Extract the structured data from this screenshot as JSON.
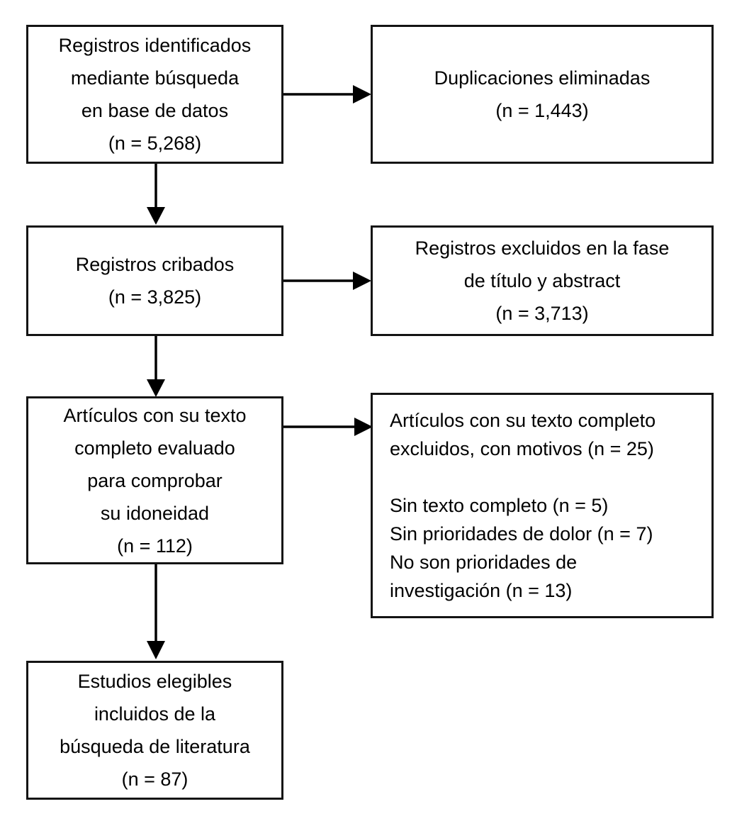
{
  "diagram": {
    "kind": "study-selection-flowchart",
    "language": "es",
    "colors": {
      "background": "#ffffff",
      "box_fill": "#ffffff",
      "box_border": "#141414",
      "text": "#000000",
      "arrow": "#000000"
    },
    "boxes": {
      "identificados": {
        "lines": [
          "Registros identificados",
          "mediante búsqueda",
          "en base de datos",
          "(n = 5,268)"
        ]
      },
      "duplicaciones": {
        "lines": [
          "Duplicaciones eliminadas",
          "(n = 1,443)"
        ]
      },
      "cribados": {
        "lines": [
          "Registros cribados",
          "(n = 3,825)"
        ]
      },
      "excluidos_titulo": {
        "lines": [
          "Registros excluidos en la fase",
          "de título y abstract",
          "(n = 3,713)"
        ]
      },
      "texto_completo": {
        "lines": [
          "Artículos con su texto",
          "completo evaluado",
          "para comprobar",
          "su idoneidad",
          "(n = 112)"
        ]
      },
      "excluidos_motivos": {
        "lines": [
          "Artículos con su texto completo",
          "excluidos, con motivos (n = 25)",
          "",
          "Sin texto completo (n = 5)",
          "Sin prioridades de dolor (n = 7)",
          "No son prioridades de",
          "investigación (n = 13)"
        ]
      },
      "incluidos": {
        "lines": [
          "Estudios elegibles",
          "incluidos de la",
          "búsqueda de literatura",
          "(n = 87)"
        ]
      }
    }
  }
}
